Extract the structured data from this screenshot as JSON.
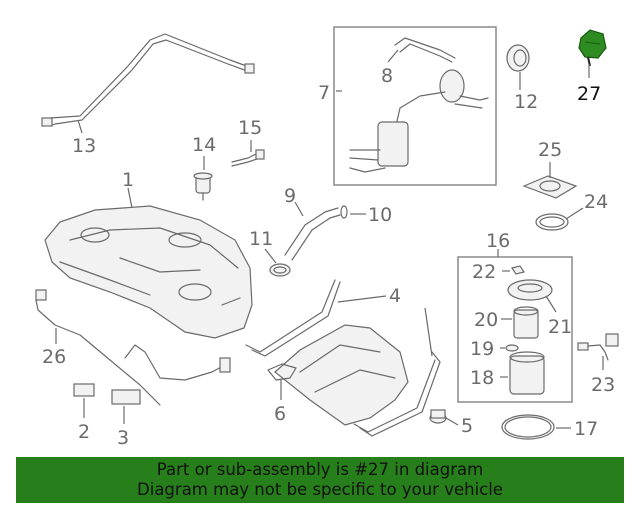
{
  "callouts": [
    {
      "id": "c1",
      "text": "1"
    },
    {
      "id": "c2",
      "text": "2"
    },
    {
      "id": "c3",
      "text": "3"
    },
    {
      "id": "c4",
      "text": "4"
    },
    {
      "id": "c5",
      "text": "5"
    },
    {
      "id": "c6",
      "text": "6"
    },
    {
      "id": "c7",
      "text": "7"
    },
    {
      "id": "c8",
      "text": "8"
    },
    {
      "id": "c9",
      "text": "9"
    },
    {
      "id": "c10",
      "text": "10"
    },
    {
      "id": "c11",
      "text": "11"
    },
    {
      "id": "c12",
      "text": "12"
    },
    {
      "id": "c13",
      "text": "13"
    },
    {
      "id": "c14",
      "text": "14"
    },
    {
      "id": "c15",
      "text": "15"
    },
    {
      "id": "c16",
      "text": "16"
    },
    {
      "id": "c17",
      "text": "17"
    },
    {
      "id": "c18",
      "text": "18"
    },
    {
      "id": "c19",
      "text": "19"
    },
    {
      "id": "c20",
      "text": "20"
    },
    {
      "id": "c21",
      "text": "21"
    },
    {
      "id": "c22",
      "text": "22"
    },
    {
      "id": "c23",
      "text": "23"
    },
    {
      "id": "c24",
      "text": "24"
    },
    {
      "id": "c25",
      "text": "25"
    },
    {
      "id": "c26",
      "text": "26"
    },
    {
      "id": "c27",
      "text": "27"
    }
  ],
  "highlighted_part": {
    "number": "27",
    "color": "#2e8b22"
  },
  "banner": {
    "line1": "Part or sub-assembly is #27 in diagram",
    "line2": "Diagram may not be specific to your vehicle",
    "background": "#267f1a"
  }
}
